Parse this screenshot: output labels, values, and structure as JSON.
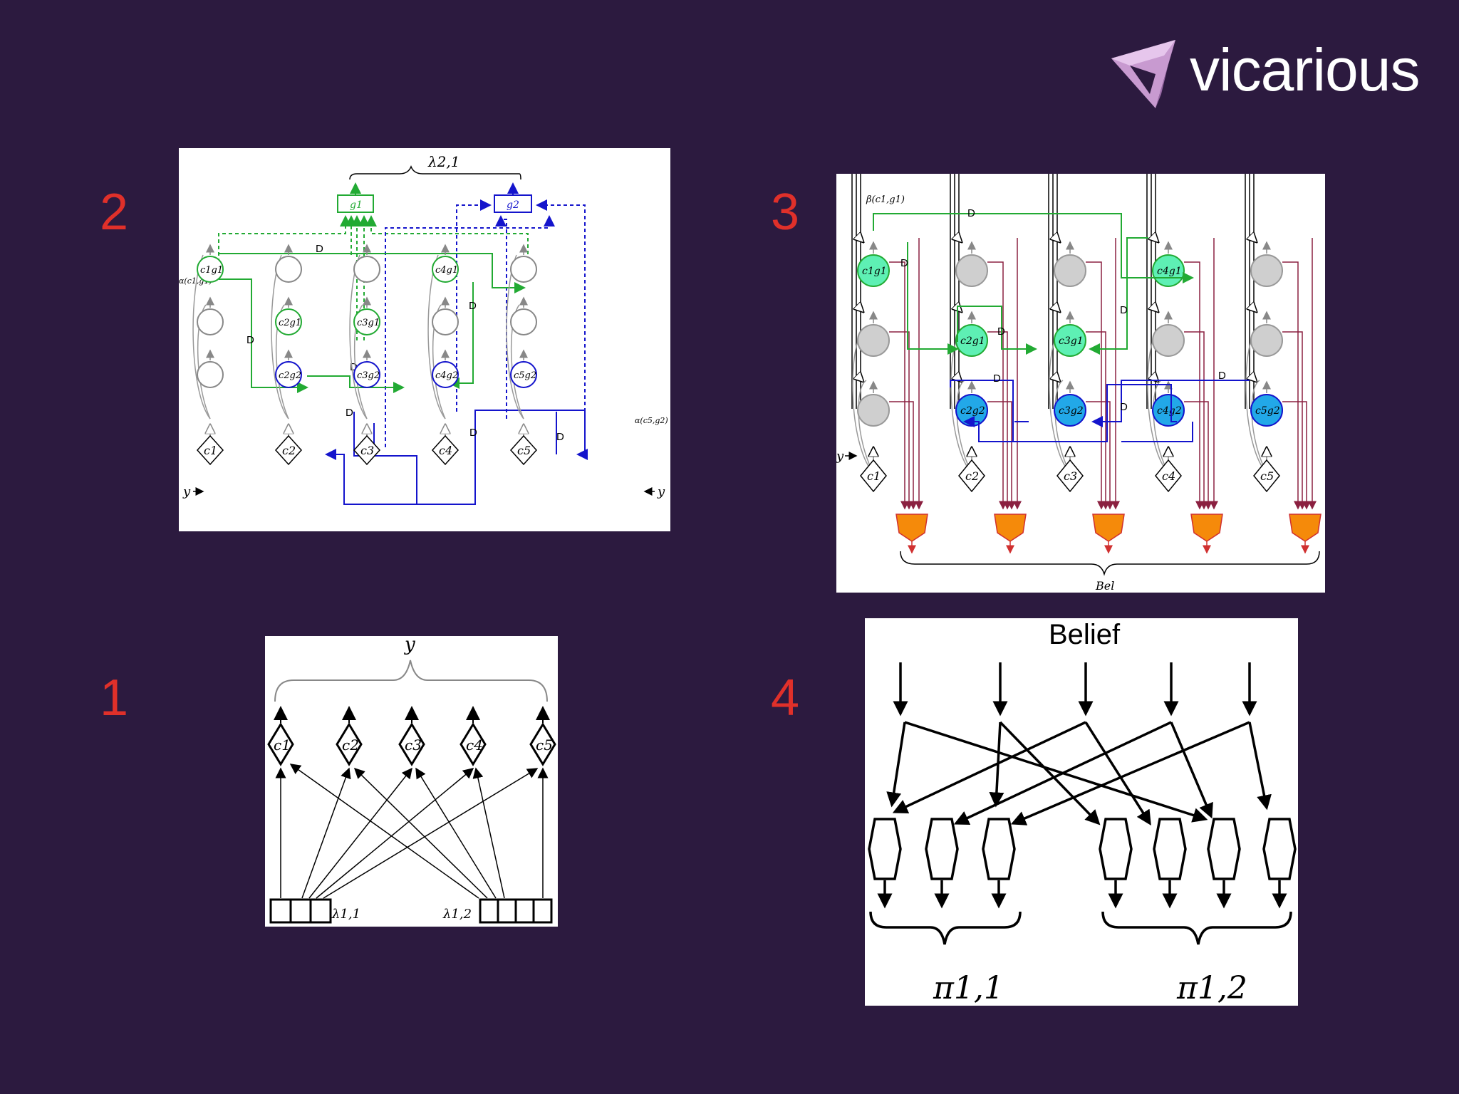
{
  "brand": {
    "name": "vicarious",
    "logo_icon": "vicarious-triangle-logo"
  },
  "panel_numbers": {
    "p2": "2",
    "p3": "3",
    "p1": "1",
    "p4": "4"
  },
  "colors": {
    "background": "#2c1a3f",
    "number": "#e0302a",
    "green": "#22aa33",
    "blue": "#1414cc",
    "maroon": "#8b2040",
    "orange": "#f58a0a",
    "teal": "#5ef0b4",
    "cyan": "#22a8e8"
  },
  "panel1": {
    "top_label": "y",
    "nodes": [
      "c1",
      "c2",
      "c3",
      "c4",
      "c5"
    ],
    "lambda_left": "λ1,1",
    "lambda_right": "λ1,2"
  },
  "panel2": {
    "top_label": "λ2,1",
    "g_nodes": [
      "g1",
      "g2"
    ],
    "d_label": "D",
    "alpha_left": "α(c1,g1)",
    "alpha_right": "α(c5,g2)",
    "y_label": "y",
    "row1": [
      "c1g1",
      "",
      "",
      "c4g1",
      ""
    ],
    "row2": [
      "",
      "c2g1",
      "c3g1",
      "",
      ""
    ],
    "row3": [
      "",
      "c2g2",
      "c3g2",
      "c4g2",
      "c5g2"
    ],
    "c_nodes": [
      "c1",
      "c2",
      "c3",
      "c4",
      "c5"
    ]
  },
  "panel3": {
    "beta_label": "β(c1,g1)",
    "d_label": "D",
    "y_label": "y",
    "bel_label": "Bel",
    "row1": [
      "c1g1",
      "",
      "",
      "c4g1",
      ""
    ],
    "row2": [
      "",
      "c2g1",
      "c3g1",
      "",
      ""
    ],
    "row3": [
      "",
      "c2g2",
      "c3g2",
      "c4g2",
      "c5g2"
    ],
    "c_nodes": [
      "c1",
      "c2",
      "c3",
      "c4",
      "c5"
    ]
  },
  "panel4": {
    "title": "Belief",
    "pi_left": "π1,1",
    "pi_right": "π1,2"
  }
}
